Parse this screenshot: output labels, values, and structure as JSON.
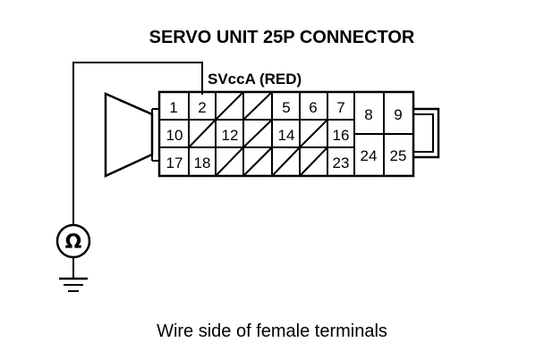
{
  "title": "SERVO UNIT 25P CONNECTOR",
  "wire_label": "SVccA (RED)",
  "caption": "Wire side of female terminals",
  "meter_symbol": "Ω",
  "pins": {
    "p1": "1",
    "p2": "2",
    "p5": "5",
    "p6": "6",
    "p7": "7",
    "p8": "8",
    "p9": "9",
    "p10": "10",
    "p12": "12",
    "p14": "14",
    "p16": "16",
    "p17": "17",
    "p18": "18",
    "p23": "23",
    "p24": "24",
    "p25": "25"
  }
}
